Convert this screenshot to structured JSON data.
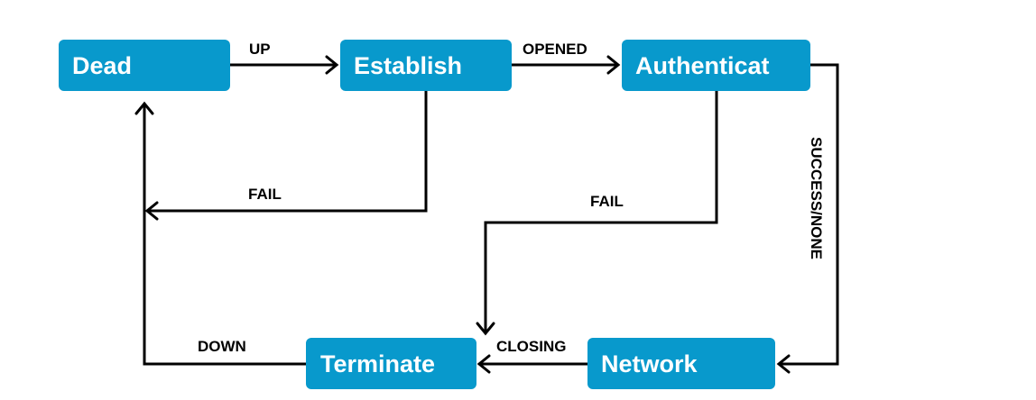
{
  "states": {
    "dead": "Dead",
    "establish": "Establish",
    "authenticate": "Authenticat",
    "terminate": "Terminate",
    "network": "Network"
  },
  "transitions": {
    "up": "UP",
    "opened": "OPENED",
    "fail_establish": "FAIL",
    "fail_authenticate": "FAIL",
    "success_none": "SUCCESS/NONE",
    "closing": "CLOSING",
    "down": "DOWN"
  },
  "colors": {
    "state_fill": "#0899cc",
    "state_text": "#ffffff",
    "edge": "#000000"
  }
}
